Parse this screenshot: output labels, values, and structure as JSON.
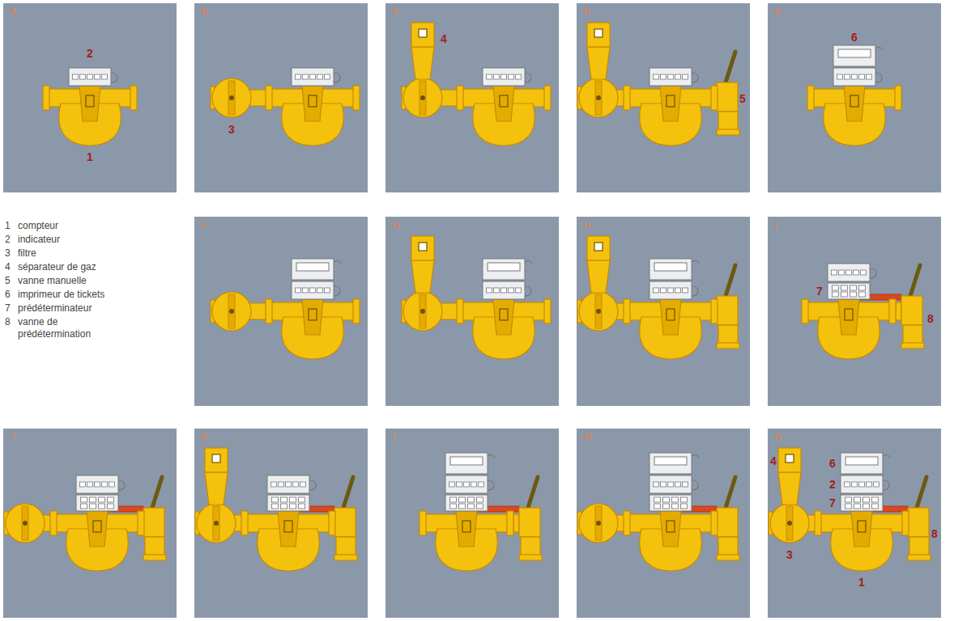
{
  "diagram": {
    "nodes": [
      {
        "text": [
          "A"
        ]
      },
      {
        "text": [
          "B"
        ]
      },
      {
        "text": [
          "C"
        ]
      },
      {
        "text": [
          "D"
        ]
      },
      {
        "text": [
          "E"
        ]
      },
      {
        "text": [
          "F"
        ]
      },
      {
        "text": [
          "G"
        ]
      },
      {
        "text": [
          "H"
        ]
      },
      {
        "text": [
          "I"
        ]
      },
      {
        "text": [
          "J"
        ]
      },
      {
        "text": [
          "K"
        ]
      },
      {
        "text": [
          "L"
        ]
      },
      {
        "text": [
          "M"
        ]
      },
      {
        "text": [
          "N"
        ]
      }
    ],
    "labels": [
      "1",
      "2",
      "3",
      "4",
      "5",
      "6",
      "7",
      "8",
      "2",
      "1",
      "3",
      "4",
      "5",
      "6",
      "7",
      "8",
      "6",
      "2",
      "7",
      "4",
      "3",
      "1",
      "8"
    ],
    "legend": [
      {
        "text": "compteur"
      },
      {
        "text": "indicateur"
      },
      {
        "text": "filtre"
      },
      {
        "text": "séparateur de gaz"
      },
      {
        "text": "vanne manuelle"
      },
      {
        "text": "imprimeur de tickets"
      },
      {
        "text": "prédéterminateur"
      },
      {
        "text": "vanne de prédétermination"
      }
    ]
  }
}
